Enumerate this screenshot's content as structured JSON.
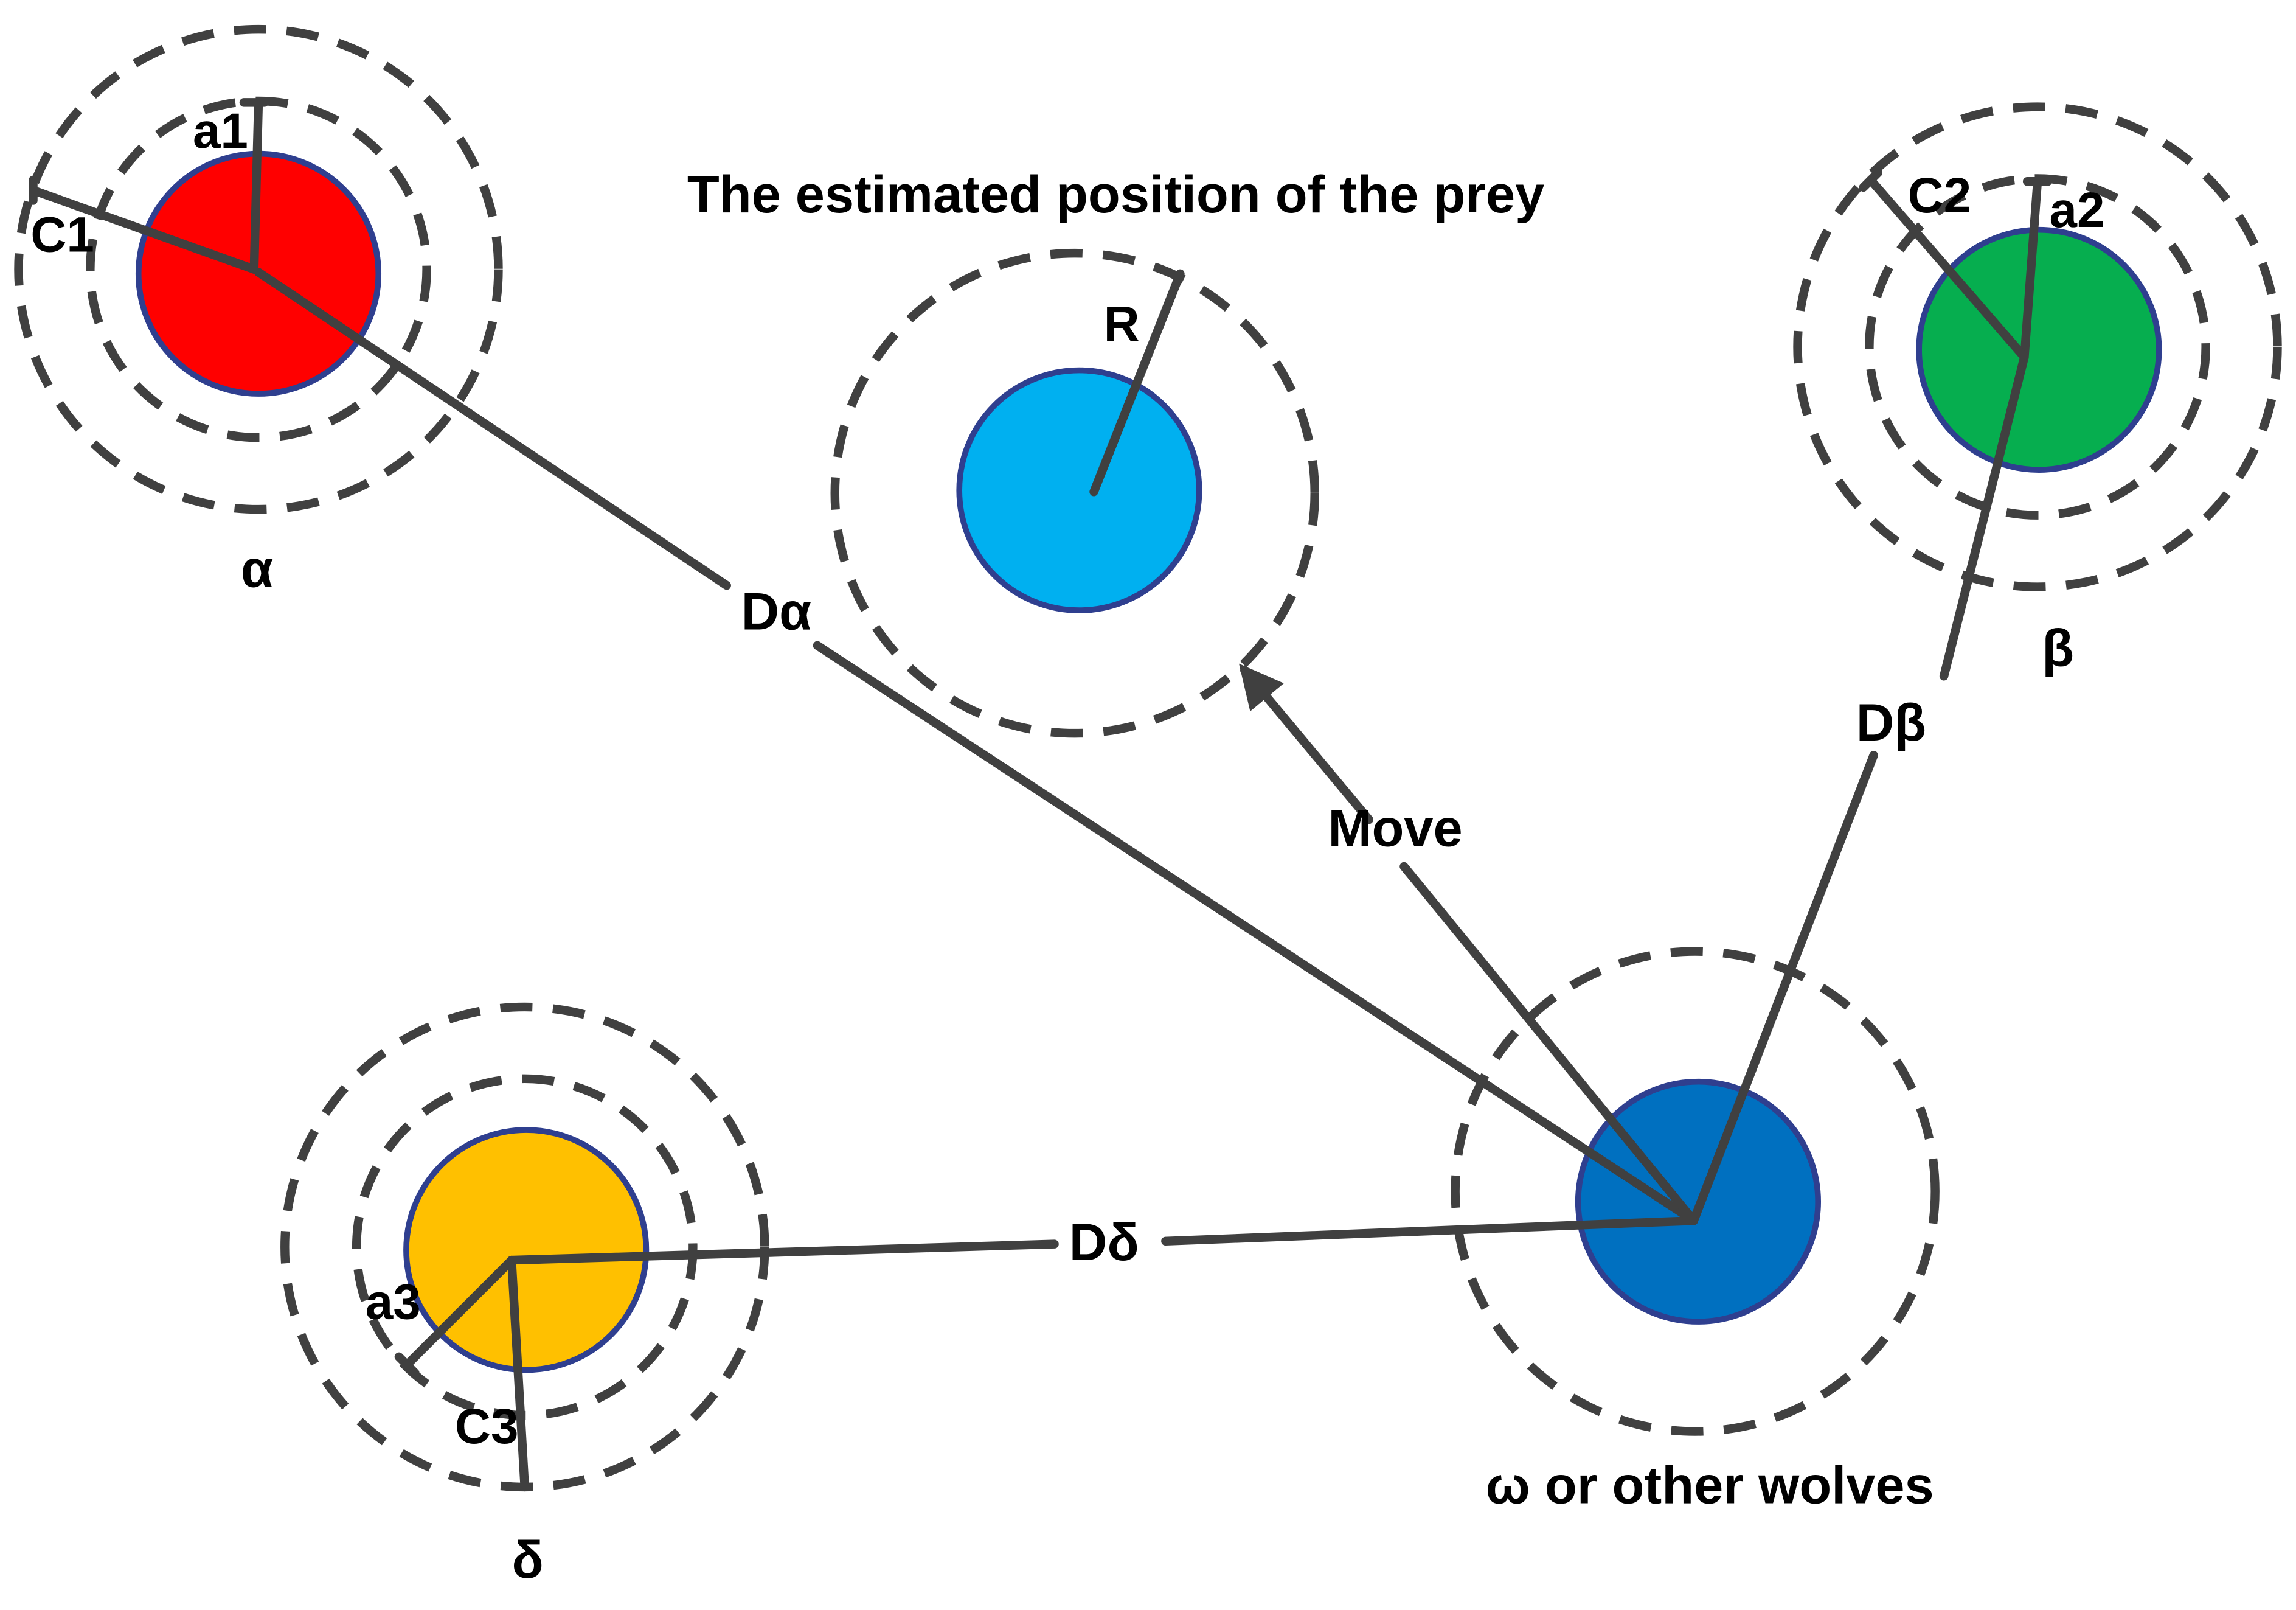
{
  "title": "The estimated position of the prey",
  "colors": {
    "alpha": "#ff0000",
    "beta": "#06ae4f",
    "delta": "#ffc000",
    "prey": "#00b0f0",
    "omega": "#0070c0",
    "line": "#404040"
  },
  "labels": {
    "alpha": "α",
    "beta": "β",
    "delta": "δ",
    "omega": "ω or  other wolves",
    "a1": "a1",
    "c1": "C1",
    "a2": "a2",
    "c2": "C2",
    "a3": "a3",
    "c3": "C3",
    "r": "R",
    "d_alpha": "Dα",
    "d_beta": "Dβ",
    "d_delta": "Dδ",
    "move": "Move"
  }
}
